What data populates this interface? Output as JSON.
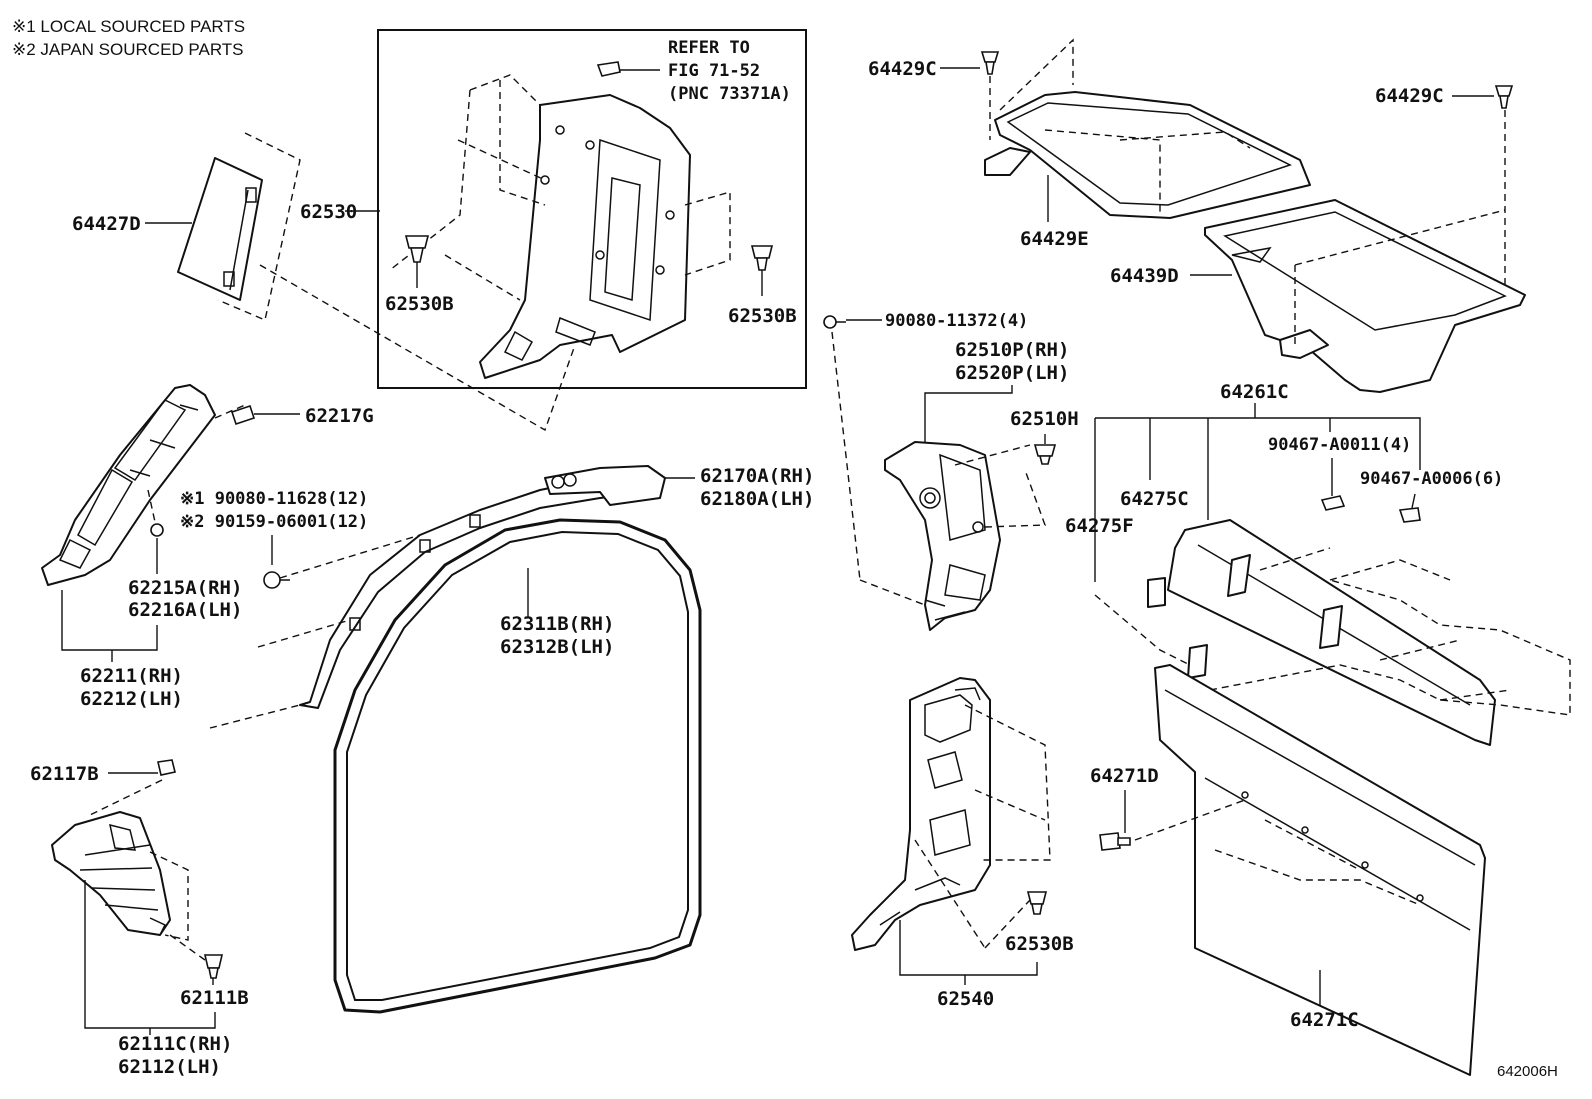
{
  "notes": {
    "note1": "※1 LOCAL SOURCED PARTS",
    "note2": "※2 JAPAN SOURCED PARTS"
  },
  "figure_id": "642006H",
  "refer": {
    "line1": "REFER TO",
    "line2": "FIG 71-52",
    "line3": "(PNC 73371A)"
  },
  "labels": {
    "p64427D": "64427D",
    "p62530": "62530",
    "p62530B_a": "62530B",
    "p62530B_b": "62530B",
    "p62530B_c": "62530B",
    "p62217G": "62217G",
    "p62215A": "62215A(RH)",
    "p62216A": "62216A(LH)",
    "p62211": "62211(RH)",
    "p62212": "62212(LH)",
    "p90080_11628": "※1 90080-11628(12)",
    "p90159_06001": "※2 90159-06001(12)",
    "p62170A": "62170A(RH)",
    "p62180A": "62180A(LH)",
    "p62311B": "62311B(RH)",
    "p62312B": "62312B(LH)",
    "p62117B": "62117B",
    "p62111B": "62111B",
    "p62111C": "62111C(RH)",
    "p62112": "62112(LH)",
    "p64429C_a": "64429C",
    "p64429C_b": "64429C",
    "p64429E": "64429E",
    "p64439D": "64439D",
    "p90080_11372": "90080-11372(4)",
    "p62510P": "62510P(RH)",
    "p62520P": "62520P(LH)",
    "p62510H": "62510H",
    "p64261C": "64261C",
    "p90467_A0011": "90467-A0011(4)",
    "p90467_A0006": "90467-A0006(6)",
    "p64275C": "64275C",
    "p64275F": "64275F",
    "p64271D": "64271D",
    "p64271C": "64271C",
    "p62540": "62540"
  }
}
